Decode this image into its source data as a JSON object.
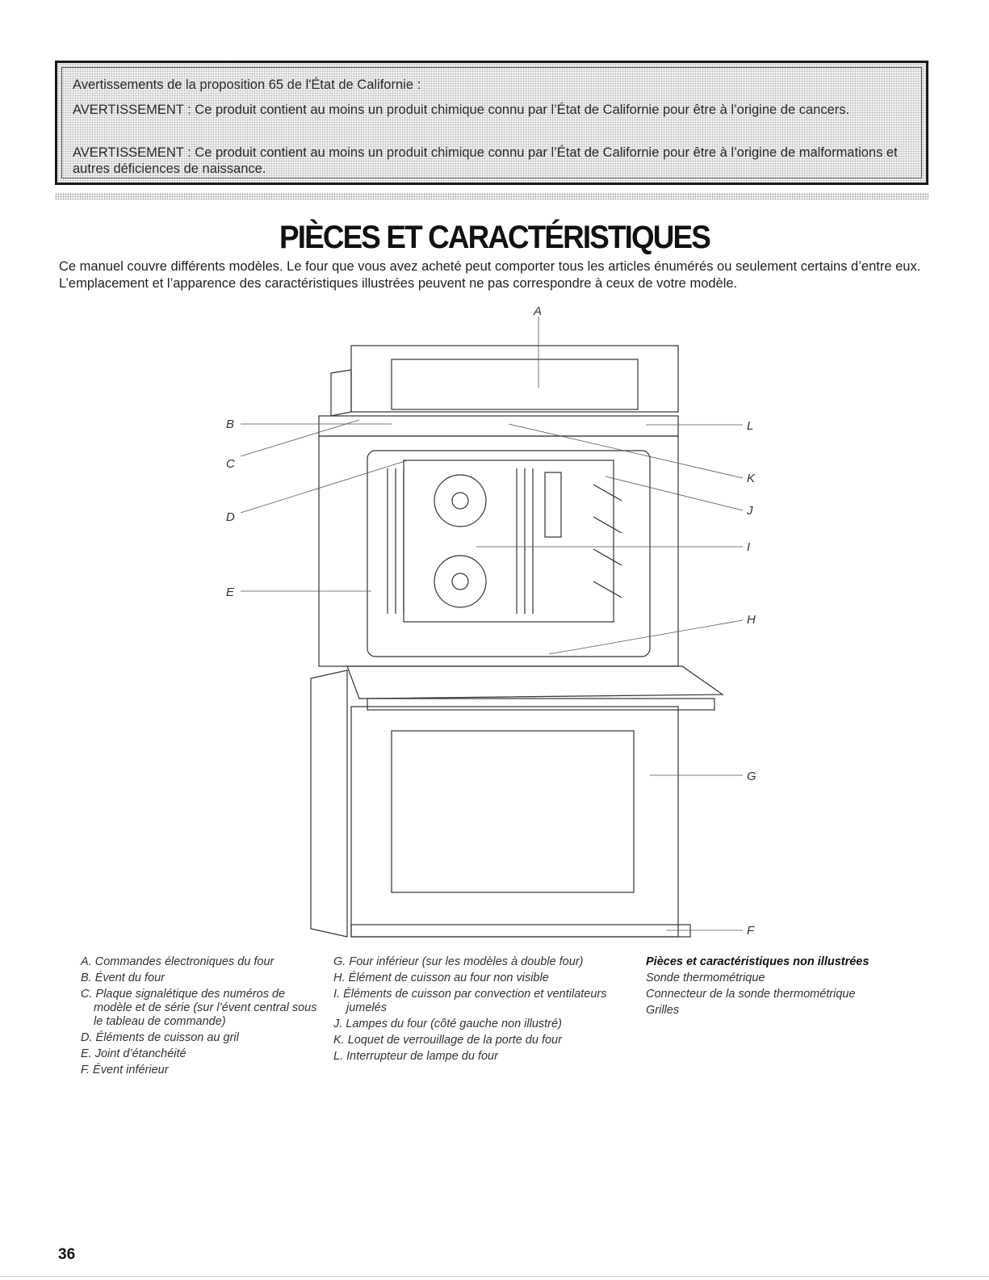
{
  "warning": {
    "heading": "Avertissements de la proposition 65 de l'État de Californie :",
    "line1": "AVERTISSEMENT : Ce produit contient au moins un produit chimique connu par l’État de Californie pour être à l’origine de cancers.",
    "line2": "AVERTISSEMENT : Ce produit contient au moins un produit chimique connu par l’État de Californie pour être à l’origine de malformations et autres déficiences de naissance."
  },
  "title": "PIÈCES ET CARACTÉRISTIQUES",
  "intro": "Ce manuel couvre différents modèles. Le four que vous avez acheté peut comporter tous les articles énumérés ou seulement certains d’entre eux. L’emplacement et l’apparence des caractéristiques illustrées peuvent ne pas correspondre à ceux de votre modèle.",
  "callouts": {
    "A": "A",
    "B": "B",
    "C": "C",
    "D": "D",
    "E": "E",
    "F": "F",
    "G": "G",
    "H": "H",
    "I": "I",
    "J": "J",
    "K": "K",
    "L": "L"
  },
  "legend": {
    "col1": [
      "A. Commandes électroniques du four",
      "B. Évent du four",
      "C. Plaque signalétique des numéros de modèle et de série (sur l’évent central sous le tableau de commande)",
      "D. Éléments de cuisson au gril",
      "E. Joint d’étanchéité",
      "F. Évent inférieur"
    ],
    "col2": [
      "G. Four inférieur (sur les modèles à double four)",
      "H. Élément de cuisson au four non visible",
      "I. Éléments de cuisson par convection et ventilateurs jumelés",
      "J. Lampes du four (côté gauche non illustré)",
      "K. Loquet de verrouillage de la porte du four",
      "L. Interrupteur de lampe du four"
    ],
    "col3_heading": "Pièces et caractéristiques non illustrées",
    "col3": [
      "Sonde thermométrique",
      "Connecteur de la sonde thermométrique",
      "Grilles"
    ]
  },
  "page_number": "36"
}
